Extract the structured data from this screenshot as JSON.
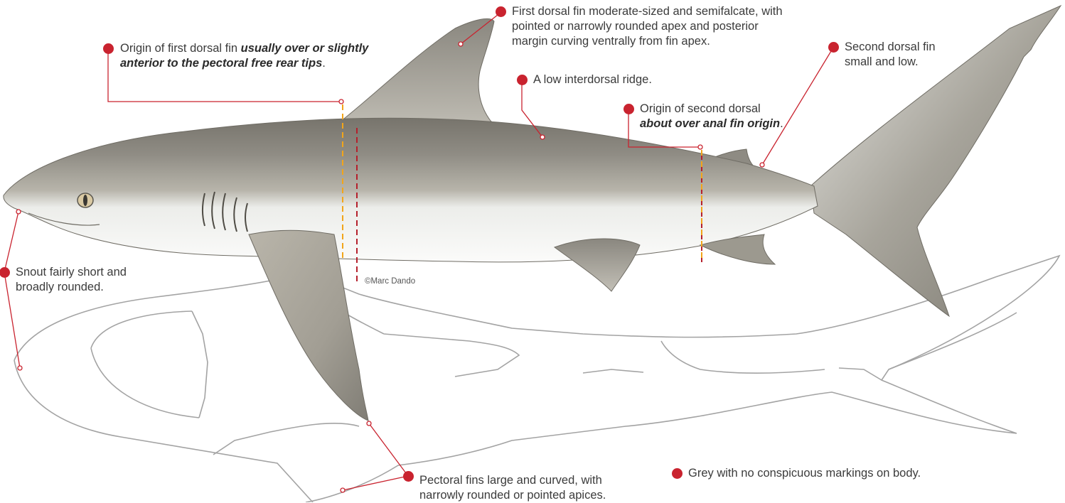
{
  "credit": "©Marc Dando",
  "colors": {
    "annotation": "#c9232f",
    "leader_secondary": "#f2a51a",
    "body_upper": "#8d8a82",
    "belly": "#f6f7f4",
    "outline": "#9a9a9a"
  },
  "annotations": {
    "first_dorsal_origin": {
      "lines": [
        "Origin of first dorsal fin ",
        "usually over or slightly",
        "anterior to the pectoral free rear tips",
        "."
      ]
    },
    "first_dorsal_shape": {
      "lines": [
        "First dorsal fin moderate-sized and semifalcate, with",
        "pointed or narrowly rounded apex and posterior",
        "margin curving ventrally from fin apex."
      ]
    },
    "second_dorsal": {
      "lines": [
        "Second dorsal fin",
        "small and low."
      ]
    },
    "interdorsal_ridge": {
      "text": "A low interdorsal ridge."
    },
    "second_dorsal_origin": {
      "lines": [
        "Origin of second dorsal",
        "about over anal fin origin",
        "."
      ]
    },
    "snout": {
      "lines": [
        "Snout fairly short and",
        "broadly rounded."
      ]
    },
    "colour": {
      "text": "Grey with no conspicuous markings on body."
    },
    "pectoral": {
      "lines": [
        "Pectoral fins large and curved, with",
        "narrowly rounded or pointed apices."
      ]
    }
  }
}
